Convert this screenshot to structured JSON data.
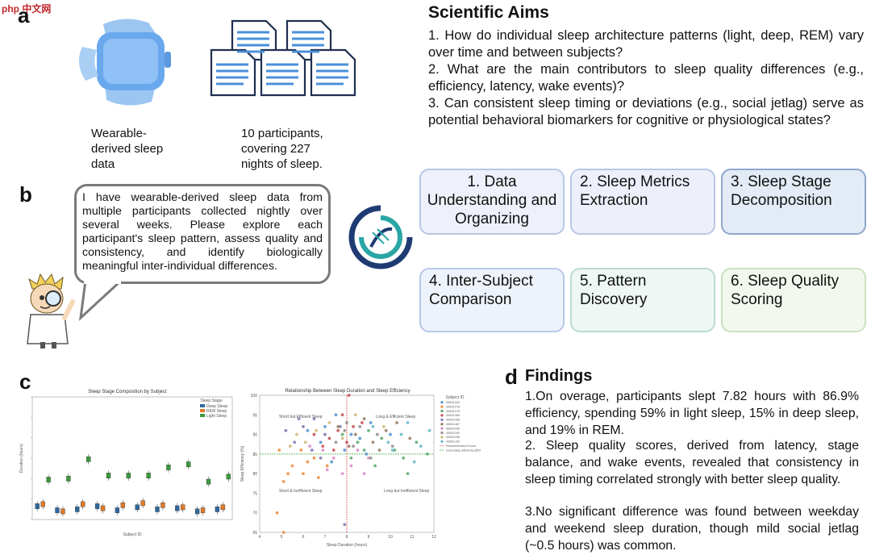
{
  "panels": {
    "a": "a",
    "b": "b",
    "c": "c",
    "d": "d"
  },
  "watermark": "php 中文网",
  "panel_a": {
    "watch_caption": [
      "Wearable-",
      "derived sleep",
      "data"
    ],
    "docs_caption": [
      "10 participants,",
      "covering 227",
      "nights of sleep."
    ]
  },
  "aims": {
    "title": "Scientific Aims",
    "items": [
      "1. How do individual sleep architecture patterns (light, deep, REM) vary over time and between subjects?",
      "2. What are the main contributors to sleep quality differences (e.g., efficiency, latency, wake events)?",
      "3. Can consistent sleep timing or deviations (e.g., social jetlag) serve as potential behavioral biomarkers for cognitive or physiological states?"
    ]
  },
  "prompt_text": "I have wearable-derived sleep data from multiple participants collected nightly over several weeks. Please explore each participant's sleep pattern, assess quality and consistency, and identify biologically meaningful inter-individual differences.",
  "steps": [
    "1. Data Understanding and Organizing",
    "2. Sleep Metrics Extraction",
    "3. Sleep Stage Decomposition",
    "4. Inter-Subject Comparison",
    "5. Pattern Discovery",
    "6. Sleep Quality Scoring"
  ],
  "colors": {
    "deep": "#2f6a9e",
    "rem": "#e07b2a",
    "light": "#3c9a3c",
    "step_border": "#b8c7e6",
    "logo_teal": "#2aa6a6",
    "logo_navy": "#1f3b73"
  },
  "findings": {
    "title": "Findings",
    "items": [
      "1.On overage, participants slept 7.82 hours with 86.9% efficiency, spending 59% in light sleep, 15% in deep sleep, and 19% in REM.",
      "2. Sleep quality scores, derived from latency, stage balance, and wake events, revealed that consistency in sleep timing correlated strongly with better sleep quality.",
      "3.No significant difference was found between weekday and weekend sleep duration, though mild social jetlag (~0.5 hours) was common."
    ]
  },
  "chart_data": [
    {
      "type": "bar",
      "title": "Sleep Stage Composition by Subject",
      "xlabel": "Subject ID",
      "ylabel": "Duration (hours)",
      "legend_title": "Sleep Stage",
      "legend_position": "top-right",
      "series": [
        {
          "name": "Deep Sleep",
          "values": [
            1.3,
            0.9,
            1.0,
            1.3,
            0.9,
            1.2,
            1.0,
            1.1,
            0.8,
            1.0
          ]
        },
        {
          "name": "REM Sleep",
          "values": [
            1.5,
            0.8,
            1.5,
            1.1,
            1.4,
            1.6,
            1.4,
            1.2,
            0.9,
            1.2
          ]
        },
        {
          "name": "Light Sleep",
          "values": [
            3.9,
            4.0,
            5.9,
            4.3,
            4.3,
            4.3,
            5.1,
            5.4,
            3.7,
            4.2
          ]
        }
      ],
      "ylim": [
        0,
        12
      ]
    },
    {
      "type": "scatter",
      "title": "Relationship Between Sleep Duration and Sleep Efficiency",
      "xlabel": "Sleep Duration (hours)",
      "ylabel": "Sleep Efficiency (%)",
      "xlim": [
        4,
        12
      ],
      "ylim": [
        65,
        100
      ],
      "x_ticks": [
        "4",
        "5",
        "6",
        "7",
        "8",
        "9",
        "10",
        "11",
        "12"
      ],
      "y_ticks": [
        "65",
        "70",
        "75",
        "80",
        "85",
        "90",
        "95",
        "100"
      ],
      "legend_title": "Subject ID",
      "legend_position": "right",
      "legend": [
        "43003-022",
        "43003-074",
        "43003-079",
        "43003-083",
        "43003-085",
        "43003-087",
        "43003-090",
        "43003-092",
        "43003-096",
        "43003-100",
        "Recommended 8 hours",
        "Good sleep efficiency (85%)"
      ],
      "subjects": [
        "43003-022",
        "43003-074",
        "43003-079",
        "43003-083",
        "43003-085",
        "43003-087",
        "43003-090",
        "43003-092",
        "43003-096",
        "43003-100"
      ],
      "subject_colors": [
        "#4e8fd0",
        "#f08a3c",
        "#55a868",
        "#c44e52",
        "#8172b2",
        "#937860",
        "#da8bc3",
        "#8c8c8c",
        "#ccb974",
        "#64b5cd"
      ],
      "reference_lines": {
        "x": 8,
        "y": 85
      },
      "quadrant_labels": [
        "Short but Efficient Sleep",
        "Long & Efficient Sleep",
        "Short & Inefficient Sleep",
        "Long but Inefficient Sleep"
      ],
      "points": [
        [
          7.0,
          92,
          0
        ],
        [
          7.5,
          95,
          0
        ],
        [
          8.2,
          90,
          0
        ],
        [
          6.8,
          88,
          0
        ],
        [
          9.1,
          93,
          0
        ],
        [
          7.9,
          86,
          0
        ],
        [
          8.6,
          89,
          0
        ],
        [
          6.2,
          91,
          0
        ],
        [
          10.0,
          90,
          0
        ],
        [
          7.3,
          83,
          0
        ],
        [
          8.9,
          85,
          0
        ],
        [
          5.5,
          82,
          1
        ],
        [
          6.0,
          80,
          1
        ],
        [
          5.1,
          78,
          1
        ],
        [
          6.5,
          84,
          1
        ],
        [
          5.9,
          86,
          1
        ],
        [
          7.1,
          82,
          1
        ],
        [
          4.8,
          70,
          1
        ],
        [
          5.3,
          80,
          1
        ],
        [
          6.7,
          79,
          1
        ],
        [
          4.9,
          86,
          1
        ],
        [
          6.2,
          83,
          1
        ],
        [
          5.1,
          65,
          1
        ],
        [
          8.5,
          88,
          2
        ],
        [
          9.0,
          91,
          2
        ],
        [
          8.2,
          84,
          2
        ],
        [
          10.2,
          86,
          2
        ],
        [
          9.6,
          89,
          2
        ],
        [
          7.8,
          90,
          2
        ],
        [
          11.2,
          88,
          2
        ],
        [
          9.3,
          82,
          2
        ],
        [
          10.6,
          84,
          2
        ],
        [
          8.8,
          86,
          2
        ],
        [
          11.7,
          85,
          2
        ],
        [
          10.8,
          80,
          2
        ],
        [
          7.2,
          89,
          3
        ],
        [
          7.6,
          91,
          3
        ],
        [
          8.3,
          92,
          3
        ],
        [
          6.9,
          87,
          3
        ],
        [
          7.8,
          95,
          3
        ],
        [
          8.0,
          88,
          3
        ],
        [
          6.5,
          90,
          3
        ],
        [
          8.7,
          93,
          3
        ],
        [
          7.4,
          86,
          3
        ],
        [
          8.1,
          100,
          3
        ],
        [
          6.0,
          92,
          4
        ],
        [
          6.5,
          94,
          4
        ],
        [
          7.0,
          90,
          4
        ],
        [
          5.6,
          88,
          4
        ],
        [
          6.4,
          86,
          4
        ],
        [
          7.7,
          92,
          4
        ],
        [
          5.2,
          91,
          4
        ],
        [
          6.8,
          84,
          4
        ],
        [
          7.9,
          67,
          4
        ],
        [
          5.8,
          94,
          4
        ],
        [
          8.4,
          90,
          5
        ],
        [
          9.2,
          88,
          5
        ],
        [
          8.8,
          94,
          5
        ],
        [
          7.6,
          92,
          5
        ],
        [
          9.8,
          91,
          5
        ],
        [
          10.3,
          93,
          5
        ],
        [
          8.1,
          87,
          5
        ],
        [
          9.5,
          86,
          5
        ],
        [
          10.9,
          89,
          5
        ],
        [
          7.4,
          84,
          6
        ],
        [
          8.2,
          82,
          6
        ],
        [
          6.9,
          86,
          6
        ],
        [
          7.8,
          80,
          6
        ],
        [
          8.5,
          86,
          6
        ],
        [
          9.0,
          84,
          6
        ],
        [
          7.1,
          81,
          6
        ],
        [
          6.3,
          87,
          6
        ],
        [
          8.8,
          80,
          6
        ],
        [
          8.0,
          93,
          7
        ],
        [
          8.6,
          92,
          7
        ],
        [
          7.5,
          88,
          7
        ],
        [
          9.4,
          90,
          7
        ],
        [
          8.3,
          87,
          7
        ],
        [
          7.9,
          91,
          7
        ],
        [
          9.1,
          84,
          7
        ],
        [
          10.1,
          87,
          7
        ],
        [
          6.6,
          91,
          8
        ],
        [
          7.2,
          93,
          8
        ],
        [
          5.7,
          90,
          8
        ],
        [
          8.4,
          95,
          8
        ],
        [
          6.1,
          88,
          8
        ],
        [
          7.8,
          89,
          8
        ],
        [
          5.4,
          87,
          8
        ],
        [
          9.7,
          92,
          8
        ],
        [
          9.9,
          88,
          9
        ],
        [
          10.5,
          90,
          9
        ],
        [
          11.4,
          87,
          9
        ],
        [
          9.2,
          92,
          9
        ],
        [
          10.8,
          93,
          9
        ],
        [
          11.8,
          91,
          9
        ],
        [
          10.1,
          86,
          9
        ],
        [
          11.1,
          83,
          9
        ]
      ]
    }
  ]
}
